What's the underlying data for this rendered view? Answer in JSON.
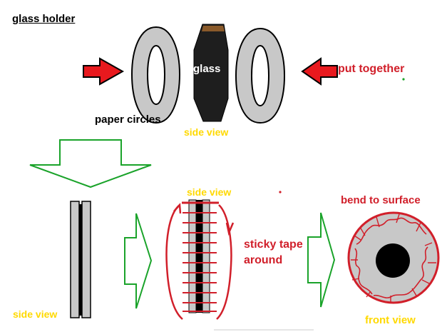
{
  "labels": {
    "title": "glass holder",
    "glass": "glass",
    "put_together": "put together",
    "paper_circles": "paper circles",
    "side_view_top": "side view",
    "side_view_middle": "side view",
    "side_view_left": "side view",
    "sticky_tape": "sticky tape",
    "around": "around",
    "bend_to_surface": "bend to surface",
    "front_view": "front view"
  },
  "colors": {
    "red": "#d11f2a",
    "arrow_red": "#e8191e",
    "green": "#1aa32a",
    "gray": "#c8c8c8",
    "black": "#000000",
    "yellow": "#ffd900"
  }
}
